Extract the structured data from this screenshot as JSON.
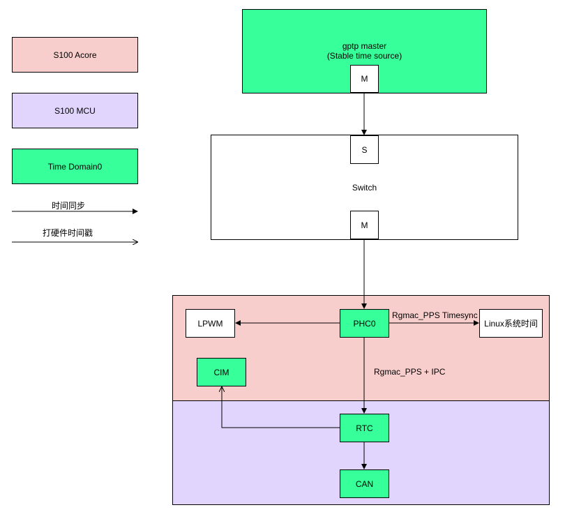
{
  "legend": {
    "acore": "S100 Acore",
    "mcu": "S100 MCU",
    "time_domain": "Time Domain0",
    "sync_label": "时间同步",
    "hw_timestamp_label": "打硬件时间戳"
  },
  "gptp_master": {
    "title": "gptp master",
    "subtitle": "(Stable time source)",
    "port": "M"
  },
  "switch": {
    "label": "Switch",
    "slave_port": "S",
    "master_port": "M"
  },
  "acore_nodes": {
    "phc0": "PHC0",
    "lpwm": "LPWM",
    "linux_time": "Linux系统时间",
    "cim": "CIM",
    "pps_timesync_label": "Rgmac_PPS Timesync",
    "pps_ipc_label": "Rgmac_PPS + IPC"
  },
  "mcu_nodes": {
    "rtc": "RTC",
    "can": "CAN"
  },
  "colors": {
    "acore": "#f8cecc",
    "mcu": "#e1d5fe",
    "time_domain": "#37ff99"
  }
}
